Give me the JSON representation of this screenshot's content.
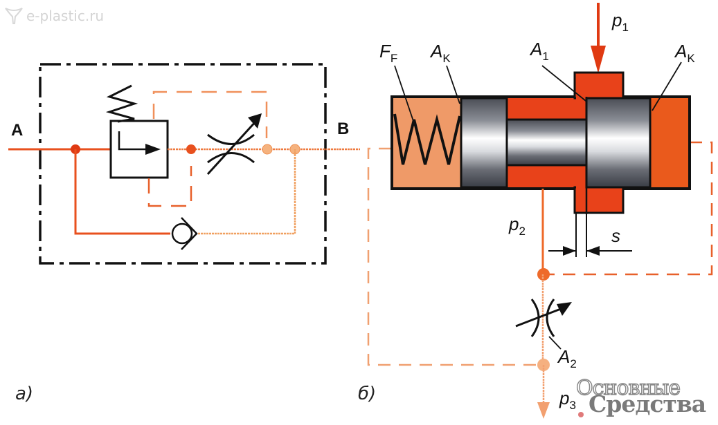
{
  "watermark": {
    "text": "e-plastic.ru",
    "icon": "eplastic-logo-icon"
  },
  "diagram_a": {
    "caption": "a)",
    "port_in": "A",
    "port_out": "B",
    "components": [
      "pressure-compensator-valve",
      "adjustable-throttle",
      "check-valve"
    ]
  },
  "diagram_b": {
    "caption": "б)",
    "labels": {
      "spring_force": {
        "main": "F",
        "sub": "F"
      },
      "area_k_left": {
        "main": "A",
        "sub": "K"
      },
      "area_1": {
        "main": "A",
        "sub": "1"
      },
      "area_k_right": {
        "main": "A",
        "sub": "K"
      },
      "pressure_1": {
        "main": "p",
        "sub": "1"
      },
      "pressure_2": {
        "main": "p",
        "sub": "2"
      },
      "pressure_3": {
        "main": "p",
        "sub": "3"
      },
      "area_2": {
        "main": "A",
        "sub": "2"
      },
      "stroke": "s"
    }
  },
  "brand": {
    "line1": "Основные",
    "line2": "Средства"
  },
  "colors": {
    "pressure_high": "#e03a12",
    "pressure_mid": "#ef6a2a",
    "pressure_low": "#f2a06a",
    "chamber_light": "#ef9a68",
    "outline": "#111111",
    "frame": "#111111"
  }
}
